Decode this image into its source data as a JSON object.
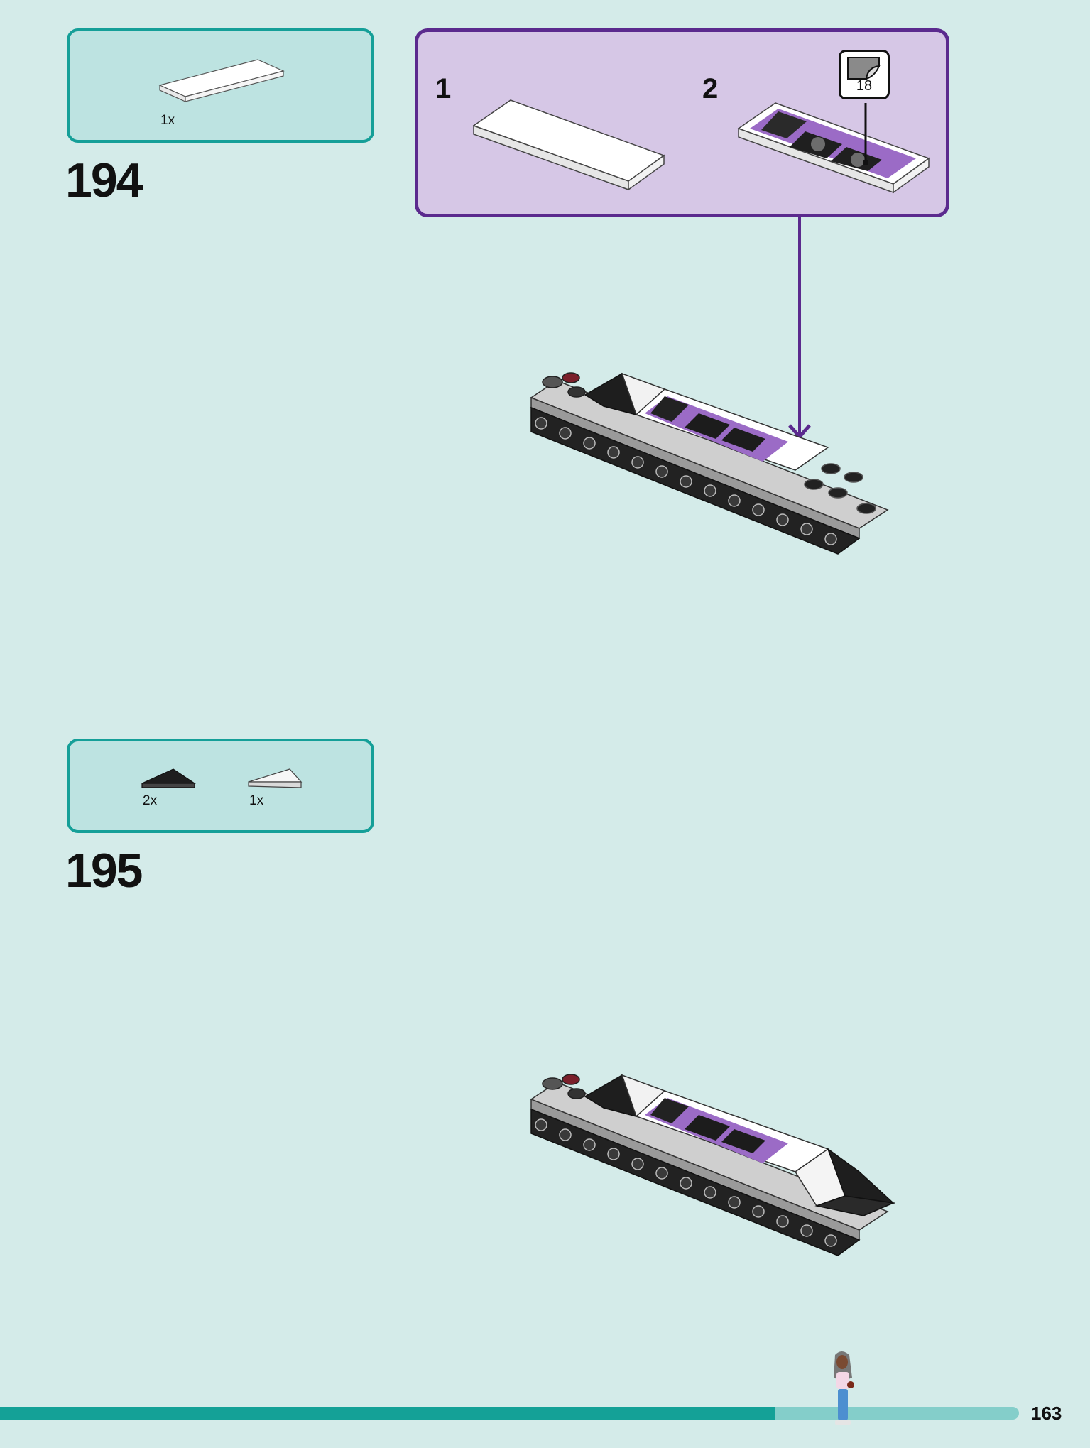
{
  "colors": {
    "background": "#d4ebe9",
    "parts_box_fill": "#bde3e1",
    "parts_box_border": "#159f98",
    "sub_box_fill": "#d6c7e6",
    "sub_box_border": "#5b2a8e",
    "progress_fill": "#14a197",
    "progress_track": "#84ceca"
  },
  "steps": [
    {
      "number": "194",
      "parts": [
        {
          "qty": "1x",
          "part": "white-tile-1x4-icon"
        }
      ],
      "sub_build": {
        "sub_steps": [
          {
            "label": "1"
          },
          {
            "label": "2"
          }
        ],
        "sticker": {
          "number": "18"
        }
      }
    },
    {
      "number": "195",
      "parts": [
        {
          "qty": "2x",
          "part": "black-wedge-tile-icon"
        },
        {
          "qty": "1x",
          "part": "white-wedge-tile-icon"
        }
      ]
    }
  ],
  "footer": {
    "page_number": "163",
    "progress": 0.76
  }
}
